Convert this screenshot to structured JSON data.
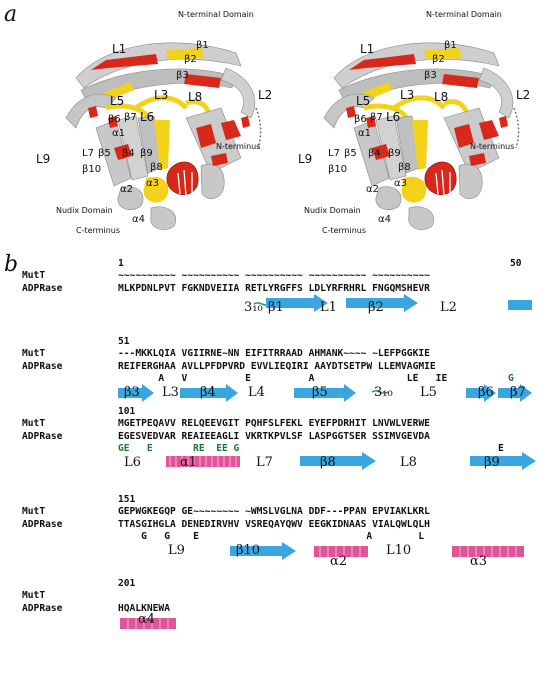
{
  "panel_a": {
    "letter": "a",
    "labels": {
      "n_domain": "N-terminal Domain",
      "nudix": "Nudix Domain",
      "c_term": "C-terminus",
      "n_term": "N-terminus",
      "L1": "L1",
      "L2": "L2",
      "L3": "L3",
      "L5": "L5",
      "L6": "L6",
      "L7": "L7",
      "L8": "L8",
      "L9": "L9",
      "b1": "β1",
      "b2": "β2",
      "b3": "β3",
      "b4": "β4",
      "b5": "β5",
      "b6": "β6",
      "b7": "β7",
      "b8": "β8",
      "b9": "β9",
      "b10": "β10",
      "a1": "α1",
      "a2": "α2",
      "a3": "α3",
      "a4": "α4"
    }
  },
  "panel_b": {
    "letter": "b",
    "mutt": "MutT",
    "adprase": "ADPRase",
    "blocks": [
      {
        "start": "1",
        "end": "50",
        "mutt_seq": "~~~~~~~~~~ ~~~~~~~~~~ ~~~~~~~~~~ ~~~~~~~~~~ ~~~~~~~~~~",
        "adp_seq": "MLKPDNLPVT FGKNDVEIIA RETLYRGFFS LDLYRFRHRL FNGQMSHEVR",
        "ss": {
          "t1": "3₁₀",
          "t2": "β1",
          "t3": "L1",
          "t4": "β2",
          "t5": "L2"
        }
      },
      {
        "start": "51",
        "mutt_seq": "---MKKLQIA VGIIRNE~NN EIFITRRAAD AHMANK~~~~ ~LEFPGGKIE",
        "adp_seq": "REIFERGHAA AVLLPFDPVRD EVVLIEQIRI AAYDTSETPW LLEMVAGMIE",
        "sub_seq": "       A   V          E          A                LE   IE",
        "sub_green": "G",
        "ss": {
          "t1": "β3",
          "t2": "L3",
          "t3": "β4",
          "t4": "L4",
          "t5": "β5",
          "t6": "3₁₀",
          "t7": "L5",
          "t8": "β6",
          "t9": "β7"
        }
      },
      {
        "start": "101",
        "mutt_seq": "MGETPEQAVV RELQEEVGIT PQHFSLFEKL EYEFPDRHIT LNVWLVERWE",
        "adp_seq": "EGESVEDVAR REAIEEAGLI VKRTKPVLSF LASPGGTSER SSIMVGEVDA",
        "sub_green": "GE   E       RE  EE G",
        "sub_black": "E",
        "ss": {
          "t1": "L6",
          "t2": "α1",
          "t3": "L7",
          "t4": "β8",
          "t5": "L8",
          "t6": "β9"
        }
      },
      {
        "start": "151",
        "mutt_seq": "GEPWGKEGQP GE~~~~~~~~ ~WMSLVGLNA DDF---PPAN EPVIAKLKRL",
        "adp_seq": "TTASGIHGLA DENEDIRVHV VSREQAYQWV EEGKIDNAAS VIALQWLQLH",
        "sub_seq": "    G   G    E                             A        L",
        "ss": {
          "t1": "L9",
          "t2": "β10",
          "t3": "α2",
          "t4": "L10",
          "t5": "α3"
        }
      },
      {
        "start": "201",
        "mutt_seq": "",
        "adp_seq": "HQALKNEWA",
        "ss": {
          "t1": "α4"
        }
      }
    ]
  },
  "colors": {
    "strand": "#3aa6e0",
    "helix": "#e0559a",
    "ribbon_gray": "#c8c8c8",
    "ribbon_red": "#d8281c",
    "ribbon_yellow": "#f2d21a"
  }
}
